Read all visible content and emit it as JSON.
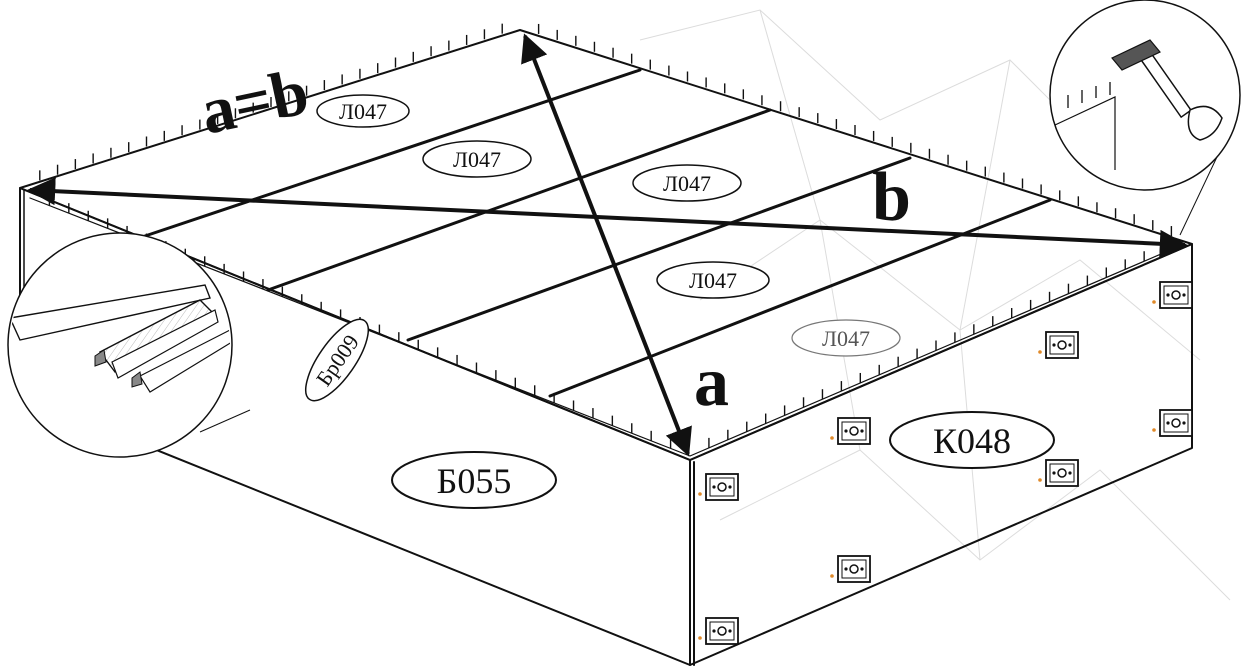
{
  "diagram": {
    "diagonal_equality": "a=b",
    "diagonal_a": "a",
    "diagonal_b": "b",
    "bottom_panels": [
      "Л047",
      "Л047",
      "Л047",
      "Л047",
      "Л047"
    ],
    "front_side": "Б055",
    "right_side": "К048",
    "edge_profile": "Бр009"
  }
}
